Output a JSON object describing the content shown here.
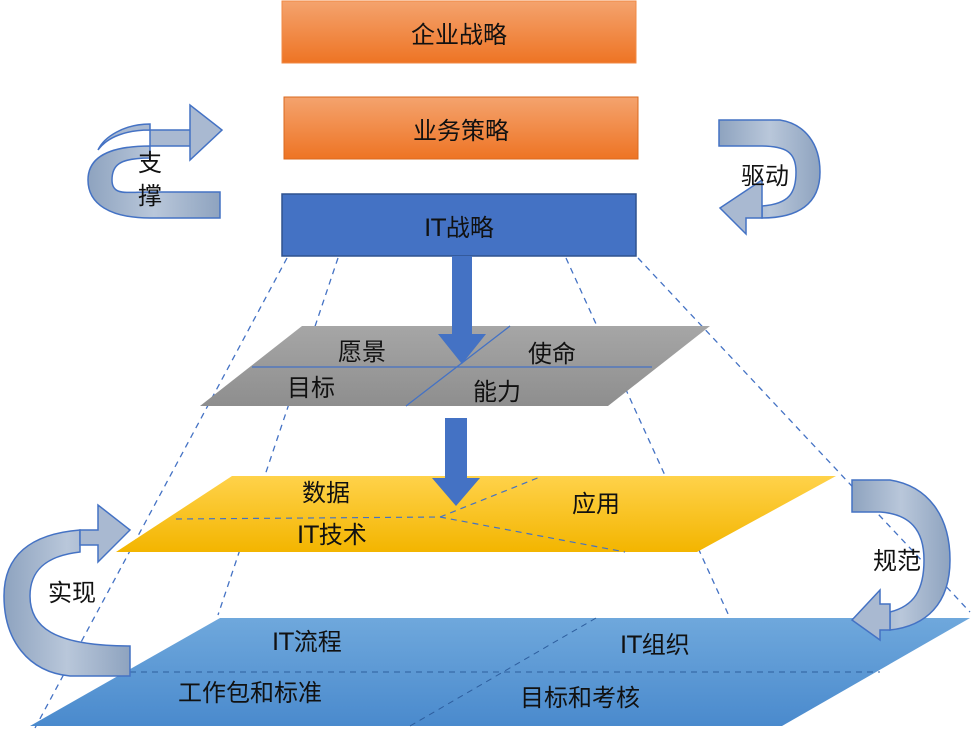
{
  "top_boxes": {
    "enterprise_strategy": "企业战略",
    "business_strategy": "业务策略",
    "it_strategy": "IT战略"
  },
  "layer_vision": {
    "vision": "愿景",
    "mission": "使命",
    "goals": "目标",
    "capability": "能力"
  },
  "layer_tech": {
    "data": "数据",
    "application": "应用",
    "it_technology": "IT技术"
  },
  "layer_org": {
    "it_process": "IT流程",
    "it_organization": "IT组织",
    "work_packages_standards": "工作包和标准",
    "goals_assessment": "目标和考核"
  },
  "side_arrows": {
    "support_1": "支",
    "support_2": "撑",
    "drive": "驱动",
    "realize": "实现",
    "regulate": "规范"
  },
  "colors": {
    "orange": "#ED7D31",
    "blue_dark": "#4472C4",
    "gray": "#A5A5A5",
    "gold": "#FFC000",
    "blue_light": "#5B9BD5",
    "arrow_gray_blue": "#8497B0"
  }
}
